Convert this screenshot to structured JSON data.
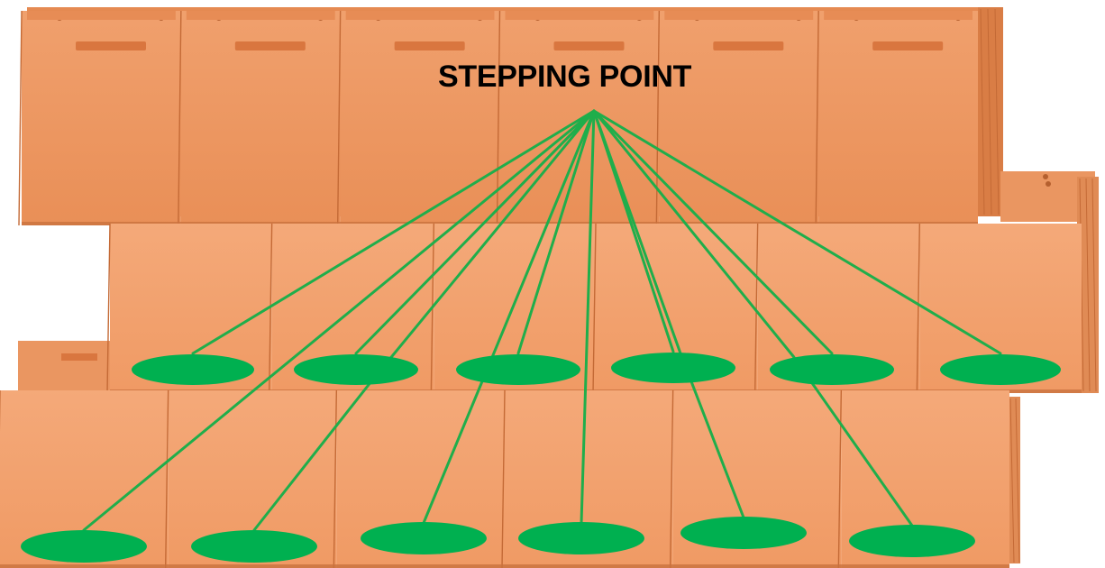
{
  "diagram": {
    "label": "STEPPING POINT",
    "tile_color": "#ee9760",
    "tile_edge_color": "#c46a36",
    "tile_highlight": "#f4b083",
    "marker_color": "#00b050",
    "line_color": "#1fae4b",
    "text_color": "#000000",
    "tile_rows": [
      {
        "name": "top-row",
        "tile_count": 6
      },
      {
        "name": "middle-row",
        "tile_count": 6
      },
      {
        "name": "bottom-row",
        "tile_count": 6
      }
    ],
    "stepping_points": [
      {
        "row": "middle",
        "count": 6
      },
      {
        "row": "bottom",
        "count": 6
      }
    ]
  }
}
